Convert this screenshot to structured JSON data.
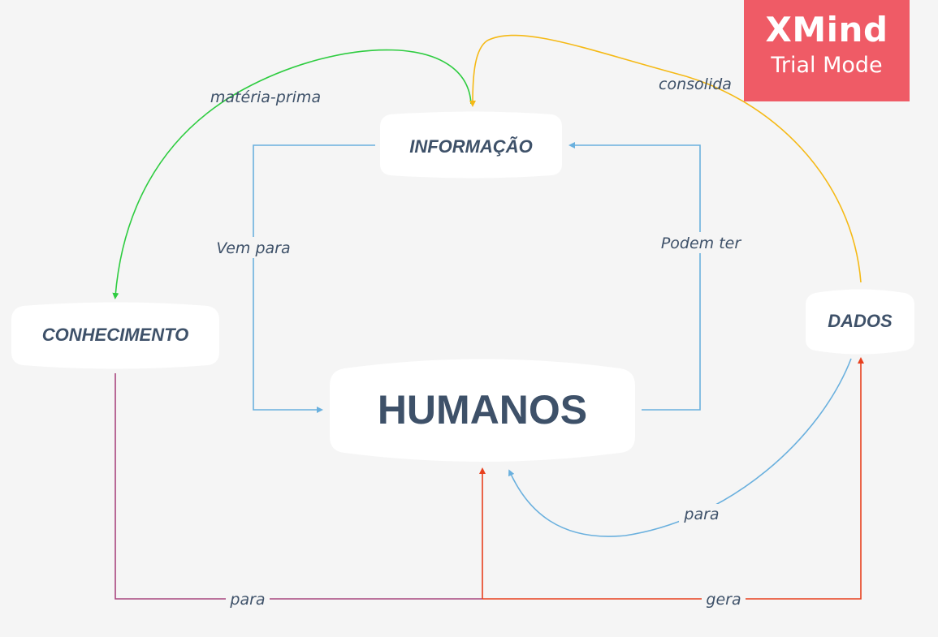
{
  "nodes": {
    "informacao": "INFORMAÇÃO",
    "conhecimento": "CONHECIMENTO",
    "humanos": "HUMANOS",
    "dados": "DADOS"
  },
  "edges": {
    "materia_prima": "matéria-prima",
    "consolida": "consolida",
    "vem_para": "Vem para",
    "podem_ter": "Podem ter",
    "para_dados_humanos": "para",
    "para_conhecimento_humanos": "para",
    "gera": "gera"
  },
  "colors": {
    "background": "#f5f5f5",
    "node_text": "#3e5169",
    "green": "#2ecc40",
    "yellow": "#f5b915",
    "blue": "#6ab0de",
    "purple": "#a8467f",
    "red": "#e8401e",
    "watermark": "#ef5b66"
  },
  "watermark": {
    "title": "XMind",
    "subtitle": "Trial Mode"
  }
}
